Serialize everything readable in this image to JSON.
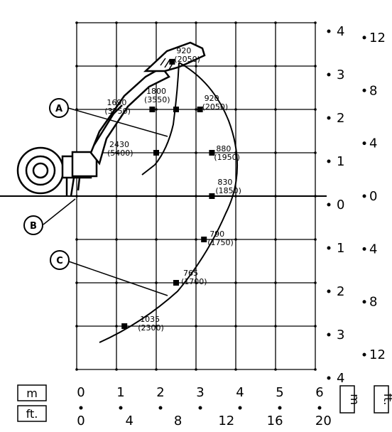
{
  "chart_data": {
    "type": "scatter",
    "title": "",
    "x_units": {
      "metric": "m",
      "imperial": "ft."
    },
    "y_units": {
      "metric": "m",
      "imperial": "ft."
    },
    "x_ticks_m": [
      "0",
      "1",
      "2",
      "3",
      "4",
      "5",
      "6"
    ],
    "x_ticks_ft": [
      "0",
      "4",
      "8",
      "12",
      "16",
      "20"
    ],
    "y_ticks_m": [
      "4",
      "3",
      "2",
      "1",
      "0",
      "1",
      "2",
      "3",
      "4"
    ],
    "y_ticks_ft": [
      "12",
      "8",
      "4",
      "0",
      "4",
      "8",
      "12"
    ],
    "xlim": [
      0,
      6
    ],
    "ylim": [
      -4,
      4
    ],
    "grid": true,
    "callouts": [
      "A",
      "B",
      "C"
    ],
    "series": [
      {
        "name": "",
        "points": [
          {
            "x": 2.4,
            "y": 3.1,
            "kg": "920",
            "lb": "(2050)"
          },
          {
            "x": 3.1,
            "y": 2.0,
            "kg": "920",
            "lb": "(2050)"
          },
          {
            "x": 2.5,
            "y": 2.0,
            "kg": "1800",
            "lb": "(3550)"
          },
          {
            "x": 1.9,
            "y": 2.0,
            "kg": "1690",
            "lb": "(3750)"
          },
          {
            "x": 2.0,
            "y": 1.0,
            "kg": "2430",
            "lb": "(5400)"
          },
          {
            "x": 3.4,
            "y": 1.0,
            "kg": "880",
            "lb": "(1950)"
          },
          {
            "x": 3.4,
            "y": 0.0,
            "kg": "830",
            "lb": "(1850)"
          },
          {
            "x": 3.2,
            "y": -1.0,
            "kg": "790",
            "lb": "(1750)"
          },
          {
            "x": 2.5,
            "y": -2.0,
            "kg": "765",
            "lb": "(1700)"
          },
          {
            "x": 1.2,
            "y": -3.0,
            "kg": "1035",
            "lb": "(2300)"
          }
        ]
      }
    ]
  }
}
